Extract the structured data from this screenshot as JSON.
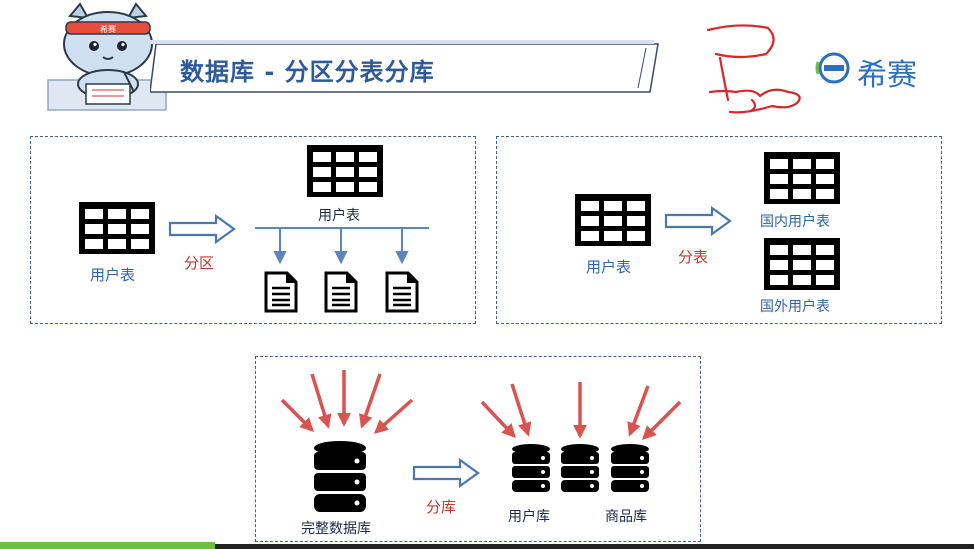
{
  "header": {
    "title": "数据库 - 分区分表分库",
    "brand_name": "希赛",
    "mascot_badge": "希赛"
  },
  "panel_partition": {
    "source_label": "用户表",
    "action_label": "分区",
    "target_label": "用户表"
  },
  "panel_split_table": {
    "source_label": "用户表",
    "action_label": "分表",
    "domestic_label": "国内用户表",
    "foreign_label": "国外用户表"
  },
  "panel_split_db": {
    "source_label": "完整数据库",
    "action_label": "分库",
    "user_db_label": "用户库",
    "product_db_label": "商品库"
  },
  "colors": {
    "title_blue": "#2e5a9c",
    "border_blue": "#3f6296",
    "label_blue": "#2f63a8",
    "action_red": "#c0392b",
    "arrow_red": "#d9534f",
    "brand_blue": "#2a6fc0",
    "accent_green": "#6cbf3f"
  }
}
